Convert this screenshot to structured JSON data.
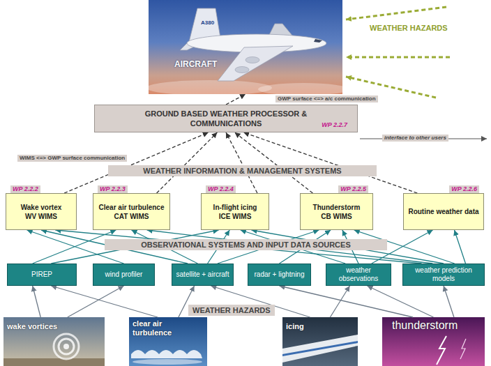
{
  "diagram": {
    "nodes": [
      {
        "text": [
          "AIRCRAFT"
        ]
      },
      {
        "text": [
          "GROUND BASED WEATHER PROCESSOR & COMMUNICATIONS",
          "WP 2.2.7"
        ]
      },
      {
        "text": [
          "WP 2.2.2",
          "Wake vortex",
          "WV WIMS"
        ]
      },
      {
        "text": [
          "WP 2.2.3",
          "Clear air turbulence",
          "CAT WIMS"
        ]
      },
      {
        "text": [
          "WP 2.2.4",
          "In-flight icing",
          "ICE WIMS"
        ]
      },
      {
        "text": [
          "WP 2.2.5",
          "Thunderstorm",
          "CB WIMS"
        ]
      },
      {
        "text": [
          "WP 2.2.6",
          "Routine weather data"
        ]
      },
      {
        "text": [
          "PIREP"
        ]
      },
      {
        "text": [
          "wind profiler"
        ]
      },
      {
        "text": [
          "satellite + aircraft"
        ]
      },
      {
        "text": [
          "radar + lightning"
        ]
      },
      {
        "text": [
          "weather observations"
        ]
      },
      {
        "text": [
          "weather prediction models"
        ]
      },
      {
        "text": [
          "wake vortices"
        ]
      },
      {
        "text": [
          "clear air turbulence"
        ]
      },
      {
        "text": [
          "icing"
        ]
      },
      {
        "text": [
          "thunderstorm"
        ]
      }
    ],
    "edges": [
      {
        "from": 2,
        "to": 1,
        "arrow": "to"
      },
      {
        "from": 3,
        "to": 1,
        "arrow": "to"
      },
      {
        "from": 4,
        "to": 1,
        "arrow": "to"
      },
      {
        "from": 5,
        "to": 1,
        "arrow": "to"
      },
      {
        "from": 6,
        "to": 1,
        "arrow": "to"
      },
      {
        "from": 1,
        "to": 0,
        "arrow": "to"
      },
      {
        "from": 8,
        "to": 2,
        "arrow": "to"
      },
      {
        "from": 9,
        "to": 2,
        "arrow": "to"
      },
      {
        "from": 12,
        "to": 2,
        "arrow": "to"
      },
      {
        "from": 7,
        "to": 3,
        "arrow": "to"
      },
      {
        "from": 9,
        "to": 3,
        "arrow": "to"
      },
      {
        "from": 12,
        "to": 3,
        "arrow": "to"
      },
      {
        "from": 7,
        "to": 4,
        "arrow": "to"
      },
      {
        "from": 9,
        "to": 4,
        "arrow": "to"
      },
      {
        "from": 11,
        "to": 4,
        "arrow": "to"
      },
      {
        "from": 12,
        "to": 4,
        "arrow": "to"
      },
      {
        "from": 9,
        "to": 5,
        "arrow": "to"
      },
      {
        "from": 10,
        "to": 5,
        "arrow": "to"
      },
      {
        "from": 11,
        "to": 5,
        "arrow": "to"
      },
      {
        "from": 12,
        "to": 5,
        "arrow": "to"
      },
      {
        "from": 11,
        "to": 6,
        "arrow": "to"
      },
      {
        "from": 12,
        "to": 6,
        "arrow": "to"
      },
      {
        "from": 13,
        "to": 7,
        "arrow": "to"
      },
      {
        "from": 13,
        "to": 8,
        "arrow": "to"
      },
      {
        "from": 14,
        "to": 7,
        "arrow": "to"
      },
      {
        "from": 14,
        "to": 9,
        "arrow": "to"
      },
      {
        "from": 15,
        "to": 9,
        "arrow": "to"
      },
      {
        "from": 15,
        "to": 11,
        "arrow": "to"
      },
      {
        "from": 16,
        "to": 10,
        "arrow": "to"
      },
      {
        "from": 16,
        "to": 11,
        "arrow": "to"
      },
      {
        "from": 16,
        "to": 12,
        "arrow": "to"
      }
    ],
    "labels": [
      "A380",
      "WEATHER HAZARDS",
      "GWP surface <=> a/c communication",
      "interface to other users",
      "WIMS <=> GWP surface communication",
      "WEATHER INFORMATION & MANAGEMENT SYSTEMS",
      "OBSERVATIONAL SYSTEMS AND INPUT DATA SOURCES",
      "WEATHER HAZARDS"
    ]
  }
}
